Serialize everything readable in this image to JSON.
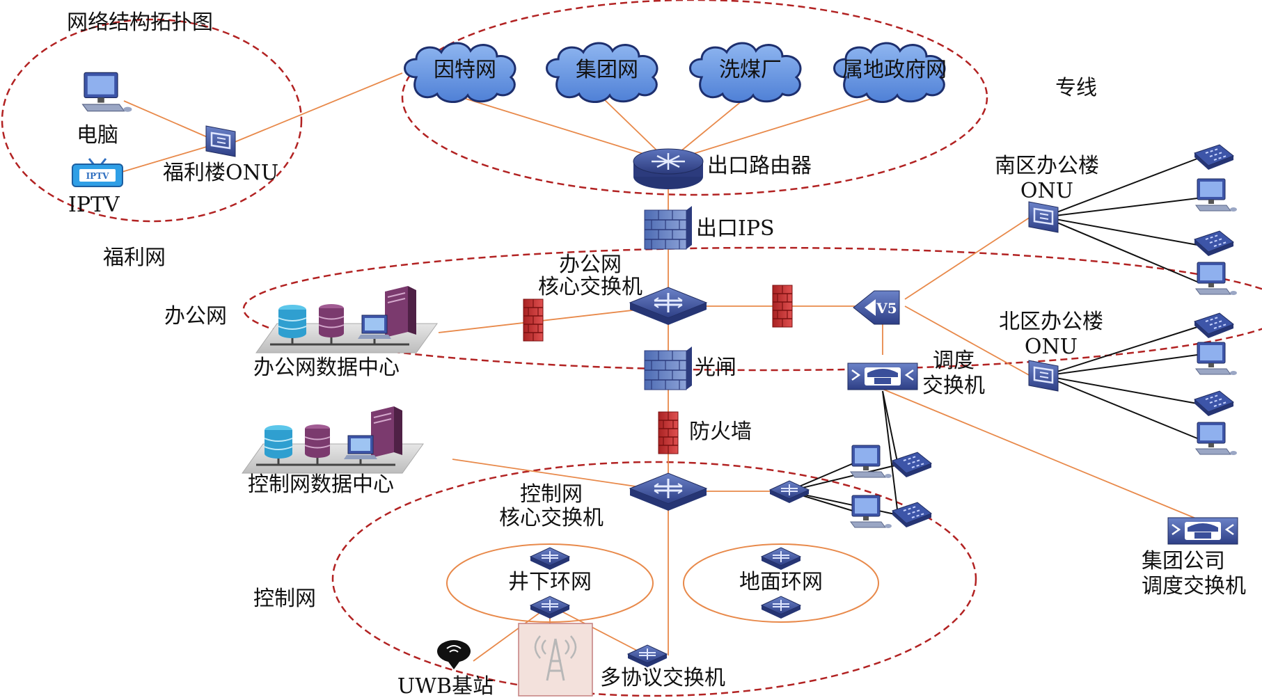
{
  "diagram": {
    "title": "网络结构拓扑图",
    "regions": {
      "welfare": "福利网",
      "leased_line": "专线",
      "office": "办公网",
      "control": "控制网"
    },
    "clouds": [
      "因特网",
      "集团网",
      "洗煤厂",
      "属地政府网"
    ],
    "nodes": {
      "pc": "电脑",
      "iptv": "IPTV",
      "iptv_badge": "IPTV",
      "welfare_onu": "福利楼ONU",
      "exit_router": "出口路由器",
      "exit_ips": "出口IPS",
      "office_core_switch": [
        "办公网",
        "核心交换机"
      ],
      "office_datacenter": "办公网数据中心",
      "v5_badge": "V5",
      "optical_gate": "光闸",
      "dispatch_switch": [
        "调度",
        "交换机"
      ],
      "south_onu": [
        "南区办公楼",
        "ONU"
      ],
      "north_onu": [
        "北区办公楼",
        "ONU"
      ],
      "firewall": "防火墙",
      "control_datacenter": "控制网数据中心",
      "control_core_switch": [
        "控制网",
        "核心交换机"
      ],
      "underground_ring": "井下环网",
      "surface_ring": "地面环网",
      "uwb_station": "UWB基站",
      "multi_protocol_switch": "多协议交换机",
      "group_dispatch": [
        "集团公司",
        "调度交换机"
      ]
    },
    "colors": {
      "region_border": "#b22222",
      "link_orange": "#e8894a",
      "link_black": "#111111",
      "cloud_fill": "#6f9fe6",
      "device_blue": "#3a4f9a",
      "firewall_red": "#c0392b",
      "storage_purple": "#7b3a6e"
    }
  }
}
